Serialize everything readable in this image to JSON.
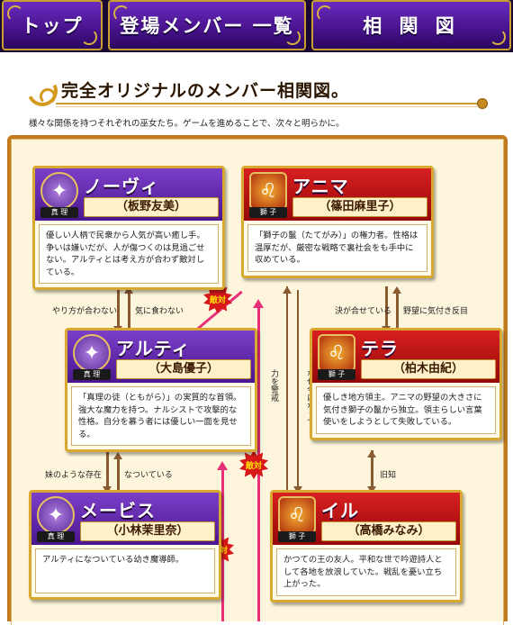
{
  "nav": {
    "tabs": [
      "トップ",
      "登場メンバー 一覧",
      "相 関 図"
    ]
  },
  "heading": {
    "title": "完全オリジナルのメンバー相関図。",
    "description": "様々な関係を持つそれぞれの巫女たち。ゲームを進めることで、次々と明らかに。"
  },
  "cards": {
    "novi": {
      "name": "ノーヴィ",
      "actor": "（板野友美）",
      "role": "真 理",
      "desc": "優しい人柄で民衆から人気が高い癒し手。争いは嫌いだが、人が傷つくのは見過ごせない。アルティとは考え方が合わず敵対している。"
    },
    "anima": {
      "name": "アニマ",
      "actor": "（篠田麻里子）",
      "role": "獅 子",
      "desc": "「獅子の鬣（たてがみ）」の権力者。性格は温厚だが、厳密な戦略で裏社会をも手中に収めている。"
    },
    "alti": {
      "name": "アルティ",
      "actor": "（大島優子）",
      "role": "真 理",
      "desc": "「真理の徒（ともがら）」の実質的な首領。強大な魔力を持つ。ナルシストで攻撃的な性格。自分を慕う者には優しい一面を見せる。"
    },
    "tera": {
      "name": "テラ",
      "actor": "（柏木由紀）",
      "role": "獅 子",
      "desc": "優しき地方領主。アニマの野望の大きさに気付き獅子の鬣から独立。領主らしい言葉使いをしようとして失敗している。"
    },
    "mebis": {
      "name": "メービス",
      "actor": "（小林茉里奈）",
      "role": "真 理",
      "desc": "アルティになついている幼き魔導師。"
    },
    "il": {
      "name": "イル",
      "actor": "（高橋みなみ）",
      "role": "獅 子",
      "desc": "かつての王の友人。平和な世で吟遊詩人として各地を放浪していた。戦乱を憂い立ち上がった。"
    }
  },
  "relations": {
    "novi_alti_left": "やり方が合わない",
    "alti_novi_right": "気に食わない",
    "anima_tera_left": "決が合せている",
    "tera_anima_right": "野望に気付き反目",
    "alti_mebis_left": "妹のような存在",
    "mebis_alti_right": "なついている",
    "tera_il": "旧知",
    "il_anima_a": "力を警戒",
    "il_anima_b": "なぜ今になって",
    "enemy": "敵対"
  },
  "colors": {
    "purple": "#5a1ea8",
    "red": "#c01010",
    "gold": "#d8a830",
    "enemy": "#e8307a"
  }
}
